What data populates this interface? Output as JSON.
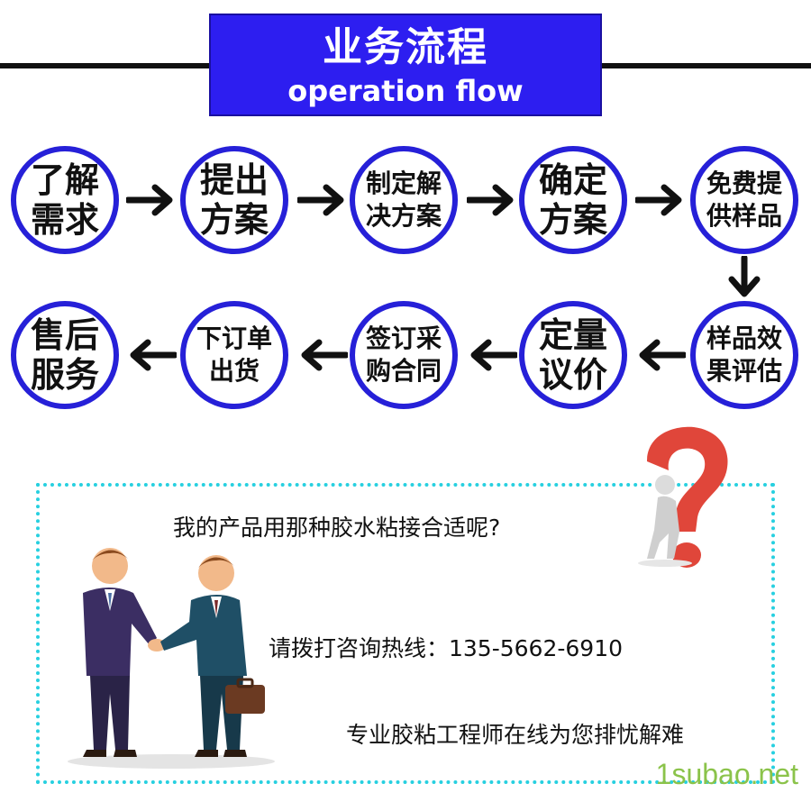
{
  "header": {
    "title": "业务流程",
    "subtitle": "operation flow",
    "box_color": "#2d1ef0"
  },
  "steps": [
    {
      "line1": "了解",
      "line2": "需求"
    },
    {
      "line1": "提出",
      "line2": "方案"
    },
    {
      "line1": "制定解",
      "line2": "决方案"
    },
    {
      "line1": "确定",
      "line2": "方案"
    },
    {
      "line1": "免费提",
      "line2": "供样品"
    },
    {
      "line1": "样品效",
      "line2": "果评估"
    },
    {
      "line1": "定量",
      "line2": "议价"
    },
    {
      "line1": "签订采",
      "line2": "购合同"
    },
    {
      "line1": "下订单",
      "line2": "出货"
    },
    {
      "line1": "售后",
      "line2": "服务"
    }
  ],
  "info": {
    "question": "我的产品用那种胶水粘接合适呢?",
    "hotline": "请拨打咨询热线：135-5662-6910",
    "slogan": "专业胶粘工程师在线为您排忧解难"
  },
  "watermark": "1subao.net",
  "icons": [
    "right-arrow-icon",
    "down-arrow-icon",
    "left-arrow-icon",
    "question-mark-icon",
    "handshake-illustration"
  ],
  "colors": {
    "circle_border": "#2620d8",
    "dotted_border": "#27d0e0",
    "question_mark": "#e0463a",
    "watermark": "#8bc34a"
  }
}
